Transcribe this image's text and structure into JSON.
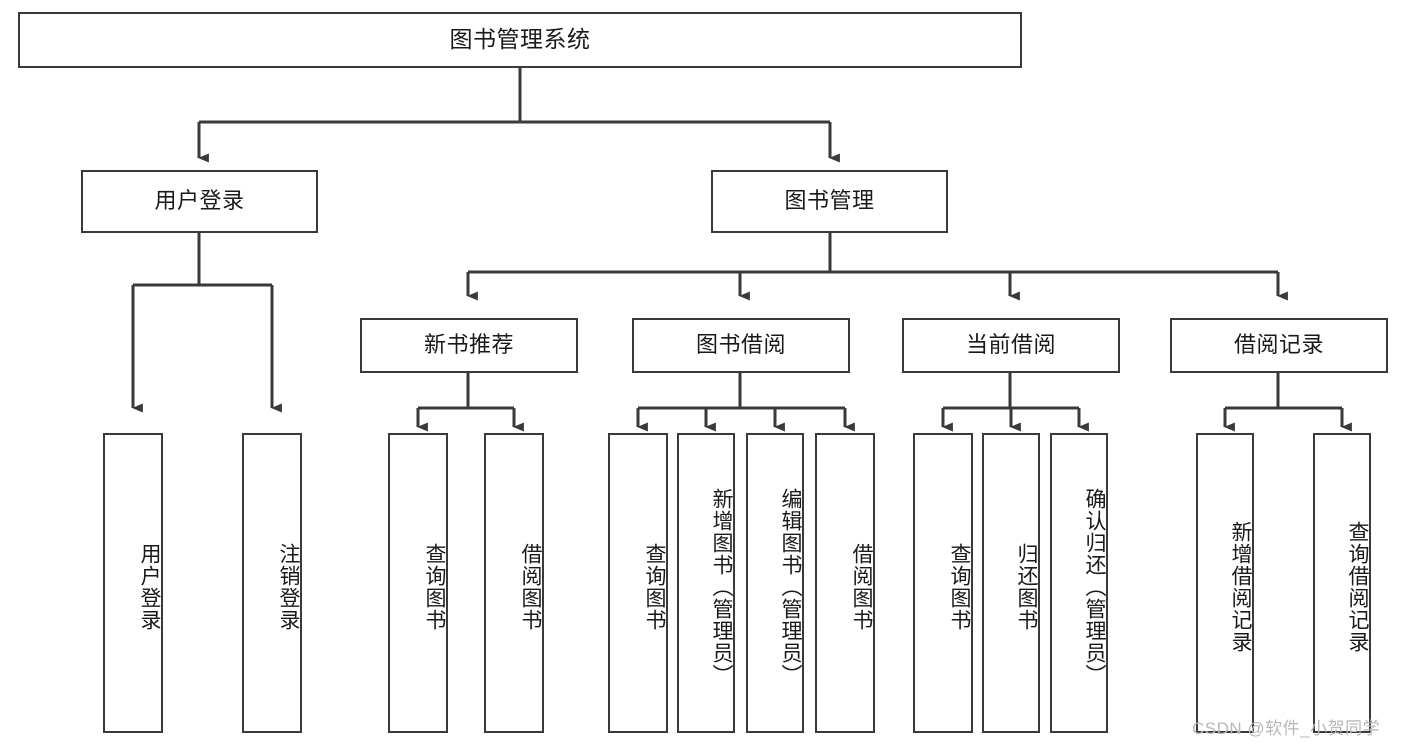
{
  "diagram": {
    "title": "图书管理系统",
    "watermark": "CSDN @软件_小贺同学",
    "stroke_color": "#3a3a3a",
    "background_color": "#ffffff",
    "text_color": "#1a1a1a",
    "levels": {
      "root": "图书管理系统",
      "level1": [
        "用户登录",
        "图书管理"
      ],
      "level2": [
        "新书推荐",
        "图书借阅",
        "当前借阅",
        "借阅记录"
      ]
    },
    "nodes": {
      "root": "图书管理系统",
      "user_login": "用户登录",
      "book_manage": "图书管理",
      "new_book_rec": "新书推荐",
      "book_borrow": "图书借阅",
      "current_borrow": "当前借阅",
      "borrow_record": "借阅记录",
      "leaf_user_login": "用户登录",
      "leaf_logout": "注销登录",
      "leaf_query_book_1": "查询图书",
      "leaf_borrow_book_1": "借阅图书",
      "leaf_query_book_2": "查询图书",
      "leaf_add_book": "新增图书（管理员）",
      "leaf_edit_book": "编辑图书（管理员）",
      "leaf_borrow_book_2": "借阅图书",
      "leaf_query_book_3": "查询图书",
      "leaf_return_book": "归还图书",
      "leaf_confirm_return": "确认归还（管理员）",
      "leaf_add_record": "新增借阅记录",
      "leaf_query_record": "查询借阅记录"
    },
    "tree": {
      "name": "图书管理系统",
      "children": [
        {
          "name": "用户登录",
          "children": [
            {
              "name": "用户登录"
            },
            {
              "name": "注销登录"
            }
          ]
        },
        {
          "name": "图书管理",
          "children": [
            {
              "name": "新书推荐",
              "children": [
                {
                  "name": "查询图书"
                },
                {
                  "name": "借阅图书"
                }
              ]
            },
            {
              "name": "图书借阅",
              "children": [
                {
                  "name": "查询图书"
                },
                {
                  "name": "新增图书（管理员）"
                },
                {
                  "name": "编辑图书（管理员）"
                },
                {
                  "name": "借阅图书"
                }
              ]
            },
            {
              "name": "当前借阅",
              "children": [
                {
                  "name": "查询图书"
                },
                {
                  "name": "归还图书"
                },
                {
                  "name": "确认归还（管理员）"
                }
              ]
            },
            {
              "name": "借阅记录",
              "children": [
                {
                  "name": "新增借阅记录"
                },
                {
                  "name": "查询借阅记录"
                }
              ]
            }
          ]
        }
      ]
    }
  }
}
